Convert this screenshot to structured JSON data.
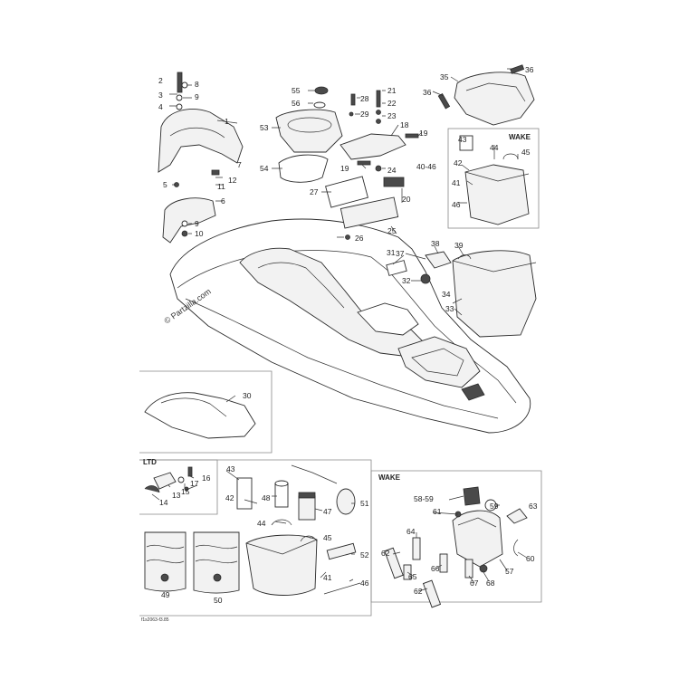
{
  "labels": {
    "wake_top": "WAKE",
    "ltd": "LTD",
    "wake_bottom": "WAKE",
    "watermark": "© Partzilla.com",
    "drawing_code": "f1s2063-f3.85"
  },
  "callouts": {
    "n1": "1",
    "n2": "2",
    "n3": "3",
    "n4": "4",
    "n5": "5",
    "n6": "6",
    "n7": "7",
    "n8": "8",
    "n9a": "9",
    "n9b": "9",
    "n10": "10",
    "n11": "11",
    "n12": "12",
    "n13": "13",
    "n14": "14",
    "n15": "15",
    "n16": "16",
    "n17": "17",
    "n18": "18",
    "n19a": "19",
    "n19b": "19",
    "n20": "20",
    "n21": "21",
    "n22": "22",
    "n23": "23",
    "n24": "24",
    "n25": "25",
    "n26": "26",
    "n27": "27",
    "n28": "28",
    "n29": "29",
    "n30": "30",
    "n31": "31",
    "n32": "32",
    "n33": "33",
    "n34": "34",
    "n35": "35",
    "n36a": "36",
    "n36b": "36",
    "n37": "37",
    "n38": "38",
    "n39": "39",
    "n40_46": "40-46",
    "n41a": "41",
    "n41b": "41",
    "n42a": "42",
    "n42b": "42",
    "n43a": "43",
    "n43b": "43",
    "n44a": "44",
    "n44b": "44",
    "n45a": "45",
    "n45b": "45",
    "n46a": "46",
    "n46b": "46",
    "n47": "47",
    "n48": "48",
    "n49": "49",
    "n50": "50",
    "n51": "51",
    "n52": "52",
    "n53": "53",
    "n54": "54",
    "n55": "55",
    "n56": "56",
    "n57": "57",
    "n58_59": "58-59",
    "n59": "59",
    "n60": "60",
    "n61": "61",
    "n62a": "62",
    "n62b": "62",
    "n63": "63",
    "n64": "64",
    "n65": "65",
    "n66": "66",
    "n67": "67",
    "n68": "68"
  }
}
